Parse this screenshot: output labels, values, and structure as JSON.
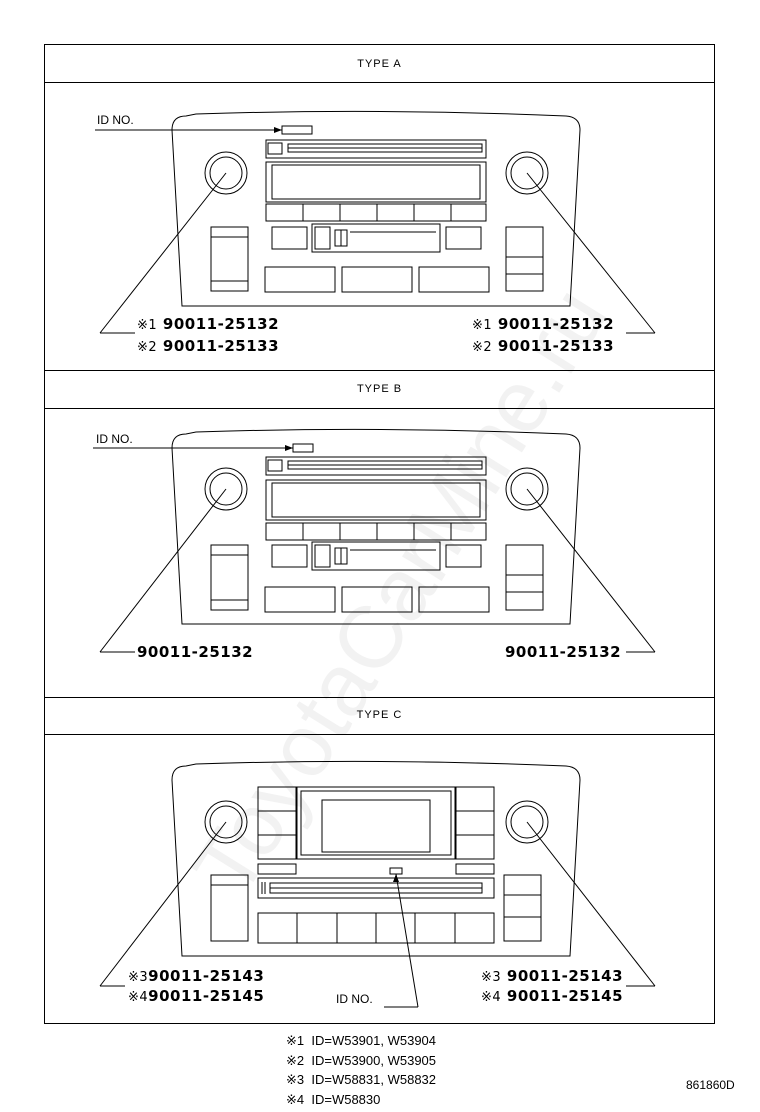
{
  "sections": [
    {
      "title": "TYPE  A",
      "id_label": "ID NO.",
      "left_parts": [
        {
          "mark": "※1",
          "pn": "90011-25132"
        },
        {
          "mark": "※2",
          "pn": "90011-25133"
        }
      ],
      "right_parts": [
        {
          "mark": "※1",
          "pn": "90011-25132"
        },
        {
          "mark": "※2",
          "pn": "90011-25133"
        }
      ]
    },
    {
      "title": "TYPE  B",
      "id_label": "ID NO.",
      "left_parts": [
        {
          "mark": "",
          "pn": "90011-25132"
        }
      ],
      "right_parts": [
        {
          "mark": "",
          "pn": "90011-25132"
        }
      ]
    },
    {
      "title": "TYPE  C",
      "id_label": "ID NO.",
      "left_parts": [
        {
          "mark": "※3",
          "pn": "90011-25143"
        },
        {
          "mark": "※4",
          "pn": "90011-25145"
        }
      ],
      "right_parts": [
        {
          "mark": "※3",
          "pn": "90011-25143"
        },
        {
          "mark": "※4",
          "pn": "90011-25145"
        }
      ]
    }
  ],
  "legend": [
    {
      "mark": "※1",
      "text": "ID=W53901, W53904"
    },
    {
      "mark": "※2",
      "text": "ID=W53900, W53905"
    },
    {
      "mark": "※3",
      "text": "ID=W58831, W58832"
    },
    {
      "mark": "※4",
      "text": "ID=W58830"
    }
  ],
  "diagram_code": "861860D",
  "watermark": "ToyotaCarMine.ru"
}
